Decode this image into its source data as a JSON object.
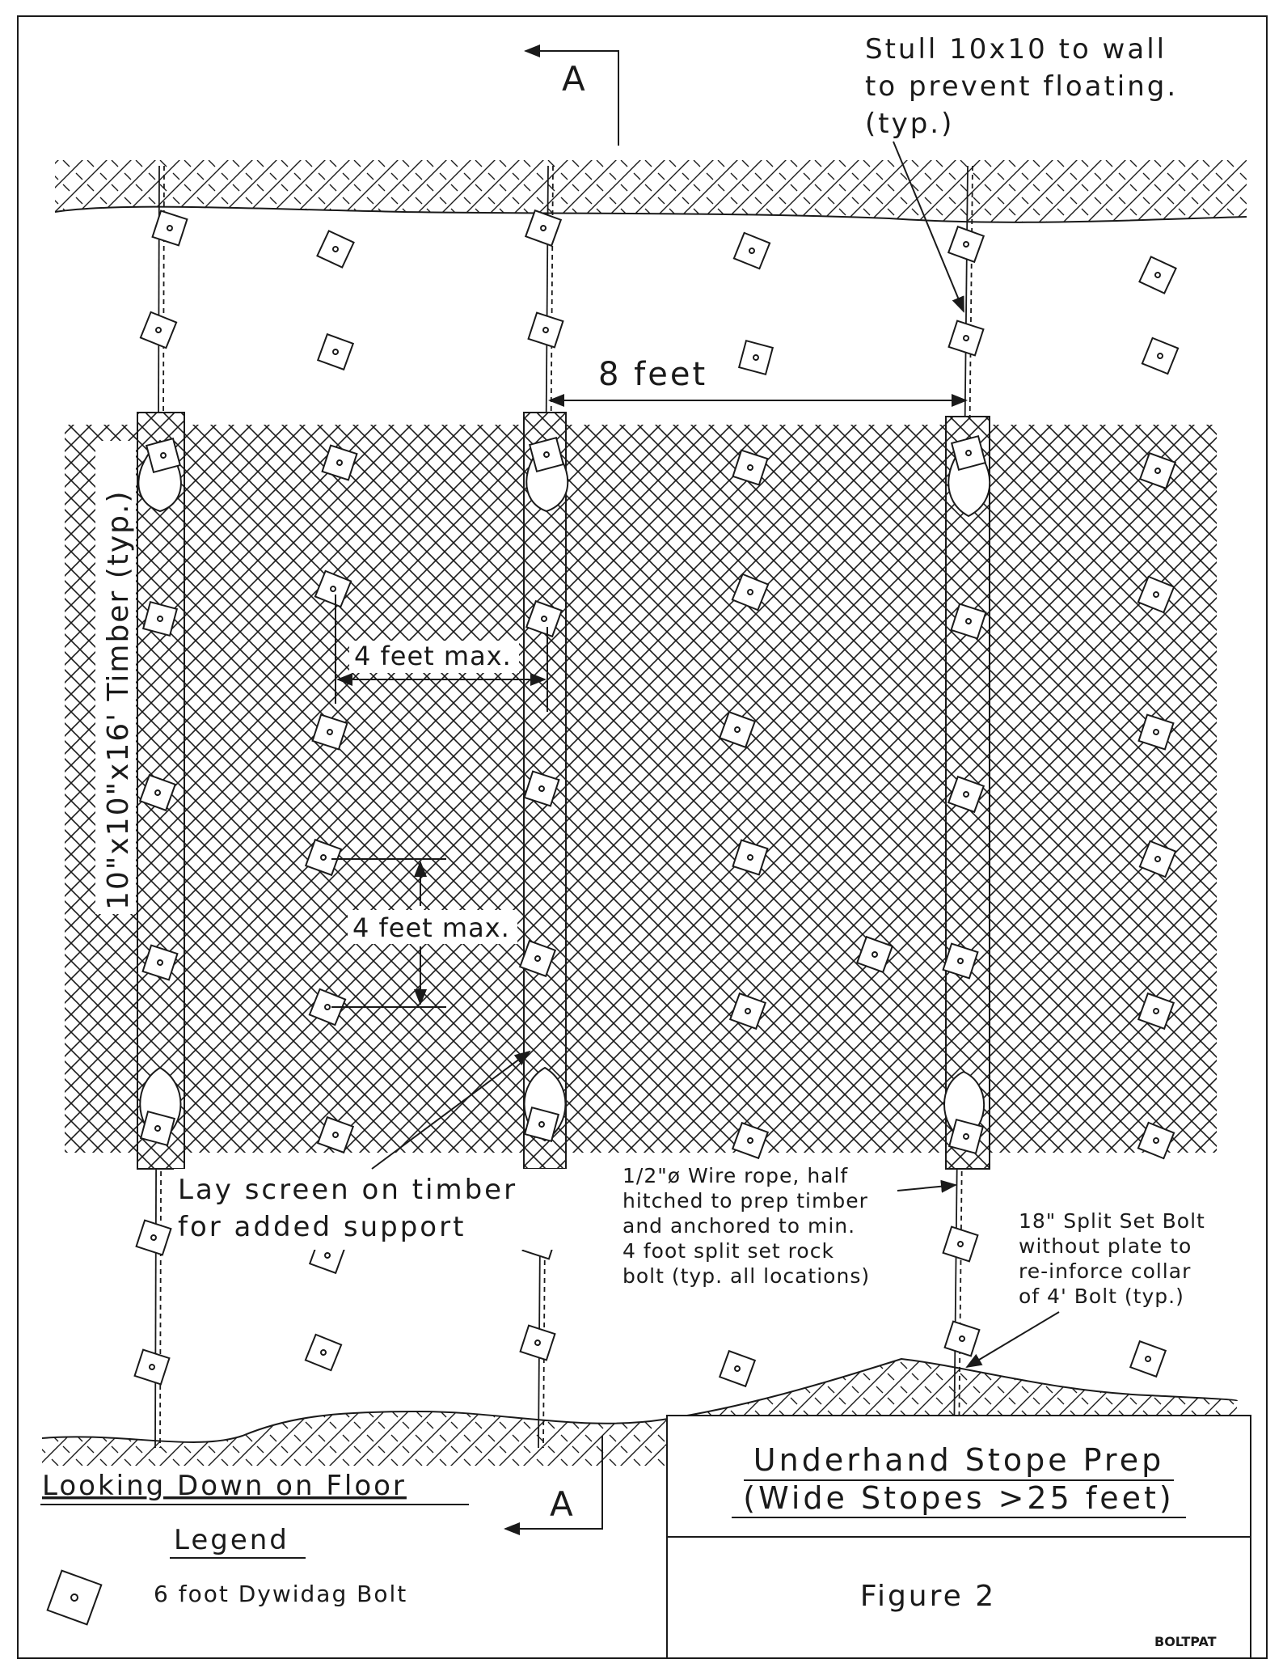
{
  "labels": {
    "stull_note": [
      "Stull 10x10 to wall",
      "to prevent floating.",
      "(typ.)"
    ],
    "section_marker": "A",
    "spacing_8ft": "8 feet",
    "timber_typ": "10\"x10\"x16' Timber (typ.)",
    "max_4ft_h": "4 feet max.",
    "max_4ft_v": "4 feet max.",
    "lay_screen": [
      "Lay screen on timber",
      "for added support"
    ],
    "wire_rope": [
      "1/2\"ø Wire rope, half",
      "hitched to prep timber",
      "and anchored to min.",
      "4 foot split set rock",
      "bolt (typ. all locations)"
    ],
    "split_set": [
      "18\" Split Set Bolt",
      "without plate to",
      "re-inforce collar",
      "of 4' Bolt (typ.)"
    ],
    "view_note": "Looking Down on Floor",
    "legend_title": "Legend",
    "legend_item": "6 foot Dywidag Bolt"
  },
  "title_block": {
    "title_line1": "Underhand Stope Prep",
    "title_line2": "(Wide Stopes >25 feet)",
    "figure": "Figure 2",
    "drawing_id": "BOLTPAT"
  },
  "colors": {
    "ink": "#1a1a1a",
    "background": "#ffffff"
  }
}
